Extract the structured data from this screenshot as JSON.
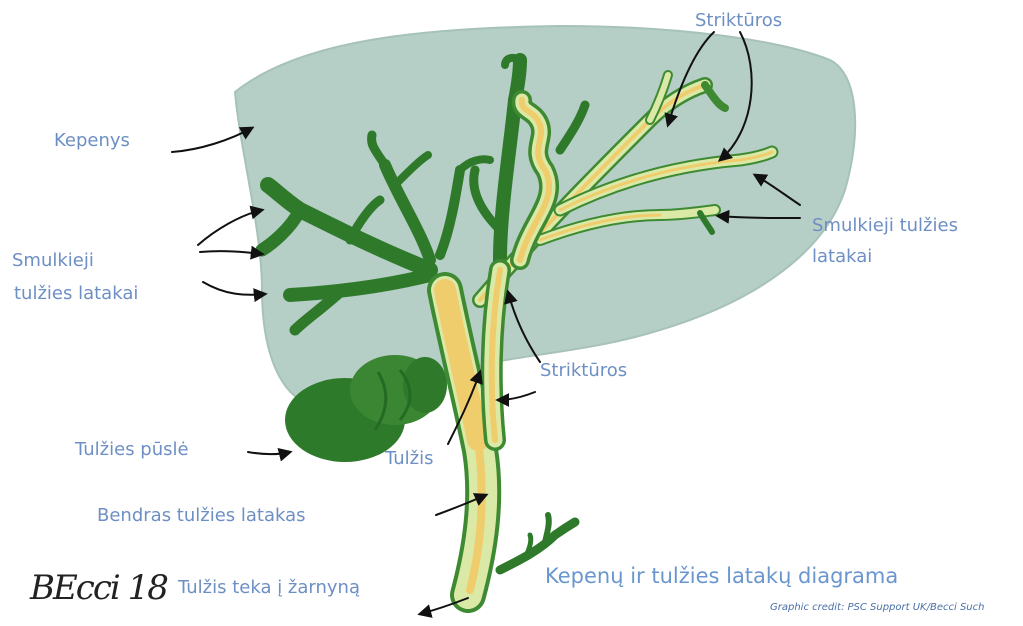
{
  "colors": {
    "liver": "#b5cec6",
    "liver_outline": "#a6c2b9",
    "duct_dark": "#2f7a2a",
    "duct_mid": "#3e8a33",
    "duct_light": "#dbe9a6",
    "bile": "#f0cd6c",
    "gallbladder": "#2e7a2b",
    "label": "#6d8fc4",
    "arrow": "#111111"
  },
  "labels": {
    "liver": "Kepenys",
    "small_ducts_left_line1": "Smulkieji",
    "small_ducts_left_line2": "tulžies latakai",
    "small_ducts_right_line1": "Smulkieji tulžies",
    "small_ducts_right_line2": "latakai",
    "strictures_top": "Striktūros",
    "strictures_middle": "Striktūros",
    "gallbladder": "Tulžies pūslė",
    "bile": "Tulžis",
    "common_duct": "Bendras tulžies latakas",
    "bile_flow": "Tulžis teka į žarnyną"
  },
  "title": "Kepenų ir tulžies latakų diagrama",
  "credit": "Graphic credit: PSC Support UK/Becci Such",
  "signature": "BEcci 18"
}
